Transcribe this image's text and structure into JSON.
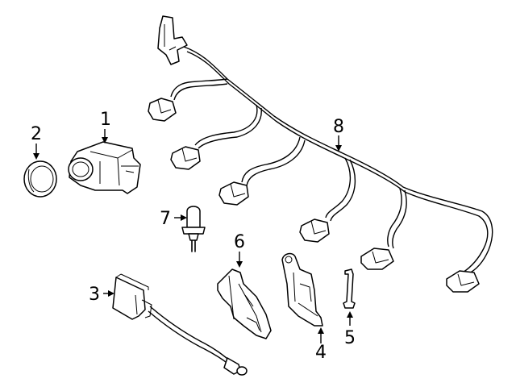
{
  "diagram": {
    "callouts": [
      {
        "id": "1",
        "label": "1",
        "part": "sensor"
      },
      {
        "id": "2",
        "label": "2",
        "part": "ring"
      },
      {
        "id": "3",
        "label": "3",
        "part": "module-with-cable"
      },
      {
        "id": "4",
        "label": "4",
        "part": "bracket"
      },
      {
        "id": "5",
        "label": "5",
        "part": "clip"
      },
      {
        "id": "6",
        "label": "6",
        "part": "bracket"
      },
      {
        "id": "7",
        "label": "7",
        "part": "temperature-sensor"
      },
      {
        "id": "8",
        "label": "8",
        "part": "wiring-harness"
      }
    ]
  }
}
